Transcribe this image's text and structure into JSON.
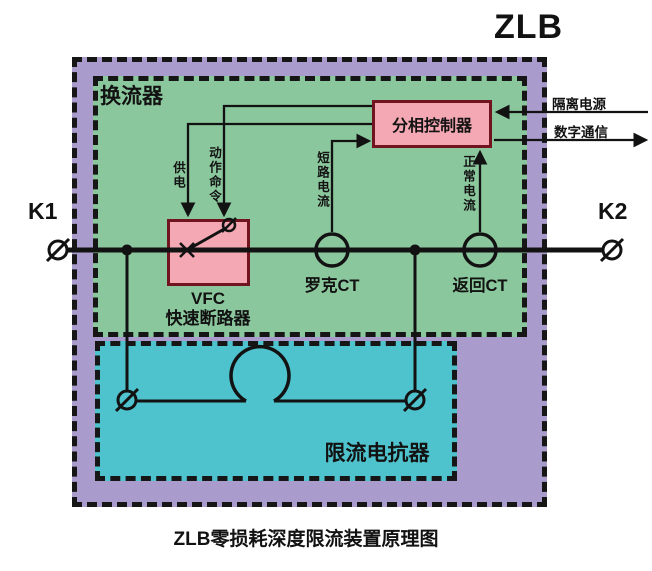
{
  "title": "ZLB",
  "caption": "ZLB零损耗深度限流装置原理图",
  "boxes": {
    "converter": {
      "label": "换流器"
    },
    "controller": {
      "label": "分相控制器"
    },
    "reactor": {
      "label": "限流电抗器"
    }
  },
  "terminals": {
    "left": "K1",
    "right": "K2"
  },
  "components": {
    "vfc": {
      "name": "VFC",
      "desc": "快速断路器"
    },
    "rogowski_ct": {
      "label": "罗克CT"
    },
    "return_ct": {
      "label": "返回CT"
    }
  },
  "signals": {
    "power": "供电",
    "command": "动作命令",
    "short_circuit": "短路电流",
    "normal": "正常电流",
    "isolated_power": "隔离电源",
    "digital_comm": "数字通信"
  },
  "icons": {
    "terminal_symbol": "circle-with-slash-terminal-icon",
    "ct_symbol": "current-transformer-circle-icon",
    "breaker_symbol": "circuit-breaker-switch-icon",
    "coil_symbol": "reactor-coil-icon",
    "arrow": "signal-arrowhead-icon"
  },
  "colors": {
    "outer_box": "#a99ccc",
    "converter_box": "#8bc79d",
    "reactor_box": "#4fc3cd",
    "component_fill": "#f3a8b3",
    "component_border": "#71141f",
    "line": "#121212",
    "background": "#ffffff"
  }
}
